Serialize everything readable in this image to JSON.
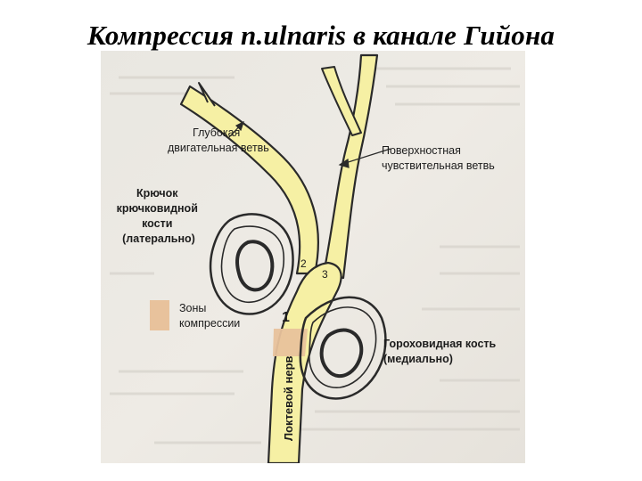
{
  "title": "Компрессия n.ulnaris в канале Гийона",
  "figure": {
    "labels": {
      "deep_branch": [
        "Глубокая",
        "двигательная ветвь"
      ],
      "superficial_branch": [
        "Поверхностная",
        "чувствительная ветвь"
      ],
      "hamate_hook": [
        "Крючок",
        "крючковидной",
        "кости",
        "(латерально)"
      ],
      "compression_zones": [
        "Зоны",
        "компрессии"
      ],
      "pisiform": [
        "Гороховидная кость",
        "(медиально)"
      ],
      "ulnar_nerve": "Локтевой нерв"
    },
    "zone_numbers": {
      "zone1": "1",
      "zone2": "2",
      "zone3": "3"
    },
    "colors": {
      "nerve_fill": "#f6f0a4",
      "compression_zone": "#e8c29c",
      "paper": "#ece9e3",
      "ink": "#1c1c1c"
    }
  }
}
